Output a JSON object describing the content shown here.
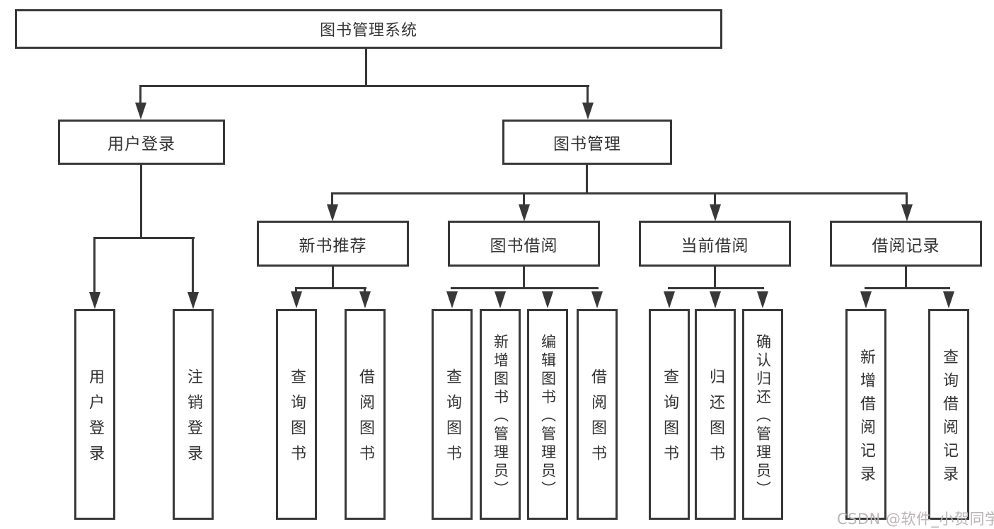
{
  "diagram_title": "图书管理系统",
  "root": {
    "label": "图书管理系统"
  },
  "level2": [
    {
      "label": "用户登录"
    },
    {
      "label": "图书管理"
    }
  ],
  "level3": [
    {
      "label": "新书推荐",
      "parent": "图书管理"
    },
    {
      "label": "图书借阅",
      "parent": "图书管理"
    },
    {
      "label": "当前借阅",
      "parent": "图书管理"
    },
    {
      "label": "借阅记录",
      "parent": "图书管理"
    }
  ],
  "leaves": [
    {
      "label": "用户登录",
      "parent": "用户登录"
    },
    {
      "label": "注销登录",
      "parent": "用户登录"
    },
    {
      "label": "查询图书",
      "parent": "新书推荐"
    },
    {
      "label": "借阅图书",
      "parent": "新书推荐"
    },
    {
      "label": "查询图书",
      "parent": "图书借阅"
    },
    {
      "label": "新增图书（管理员）",
      "parent": "图书借阅"
    },
    {
      "label": "编辑图书（管理员）",
      "parent": "图书借阅"
    },
    {
      "label": "借阅图书",
      "parent": "图书借阅"
    },
    {
      "label": "查询图书",
      "parent": "当前借阅"
    },
    {
      "label": "归还图书",
      "parent": "当前借阅"
    },
    {
      "label": "确认归还（管理员）",
      "parent": "当前借阅"
    },
    {
      "label": "新增借阅记录",
      "parent": "借阅记录"
    },
    {
      "label": "查询借阅记录",
      "parent": "借阅记录"
    }
  ],
  "watermark": {
    "text": "CSDN @软件_小贺同学"
  },
  "colors": {
    "line": "#383838",
    "text": "#333333",
    "background": "#ffffff",
    "watermark": "#b9b5b5"
  }
}
